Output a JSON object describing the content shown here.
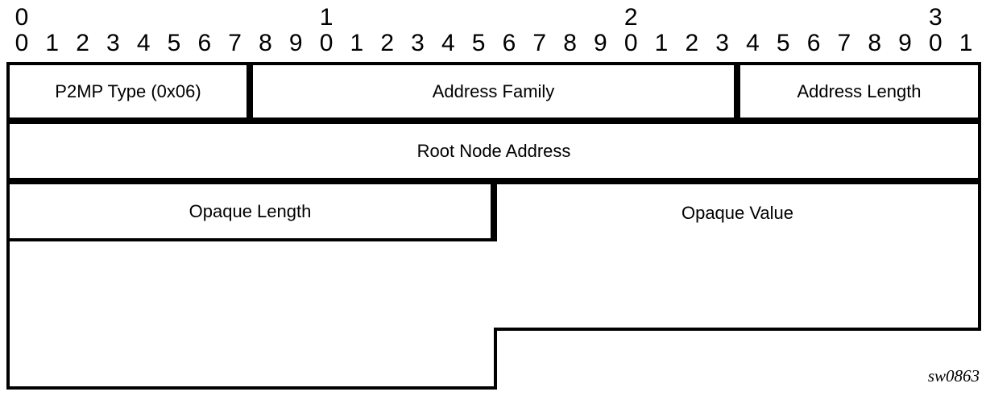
{
  "diagram": {
    "figure_id": "sw0863",
    "bit_ruler": {
      "tens": [
        "0",
        "",
        "",
        "",
        "",
        "",
        "",
        "",
        "",
        "",
        "1",
        "",
        "",
        "",
        "",
        "",
        "",
        "",
        "",
        "",
        "2",
        "",
        "",
        "",
        "",
        "",
        "",
        "",
        "",
        "",
        "3",
        ""
      ],
      "ones": [
        "0",
        "1",
        "2",
        "3",
        "4",
        "5",
        "6",
        "7",
        "8",
        "9",
        "0",
        "1",
        "2",
        "3",
        "4",
        "5",
        "6",
        "7",
        "8",
        "9",
        "0",
        "1",
        "2",
        "3",
        "4",
        "5",
        "6",
        "7",
        "8",
        "9",
        "0",
        "1"
      ]
    },
    "fields": {
      "p2mp_type": {
        "label": "P2MP Type (0x06)",
        "bits": 8
      },
      "address_family": {
        "label": "Address Family",
        "bits": 16
      },
      "address_length": {
        "label": "Address Length",
        "bits": 8
      },
      "root_node_address": {
        "label": "Root Node Address",
        "bits": 32
      },
      "opaque_length": {
        "label": "Opaque Length",
        "bits": 16
      },
      "opaque_value": {
        "label": "Opaque Value",
        "bits": 16
      }
    },
    "colors": {
      "line": "#000000",
      "background": "#ffffff",
      "text": "#000000"
    }
  }
}
